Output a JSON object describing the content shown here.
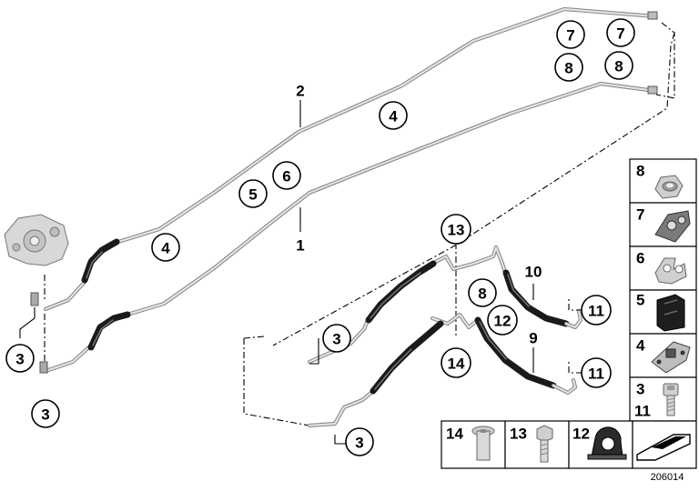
{
  "callouts": {
    "c7a": "7",
    "c7b": "7",
    "c8a": "8",
    "c8b": "8",
    "c4_top": "4",
    "c6": "6",
    "c5": "5",
    "c4_left": "4",
    "c13": "13",
    "c8_mid": "8",
    "c12": "12",
    "c3_mid": "3",
    "c14": "14",
    "c11_top": "11",
    "c11_bot": "11",
    "c3_left_top": "3",
    "c3_left_bot": "3",
    "c3_bottom": "3"
  },
  "labels": {
    "l2": "2",
    "l1": "1",
    "l10": "10",
    "l9": "9"
  },
  "parts_panel": {
    "right_column": [
      "8",
      "7",
      "6",
      "5",
      "4",
      "3",
      "11"
    ],
    "bottom_row": [
      "14",
      "13",
      "12"
    ]
  },
  "document_number": "206014"
}
